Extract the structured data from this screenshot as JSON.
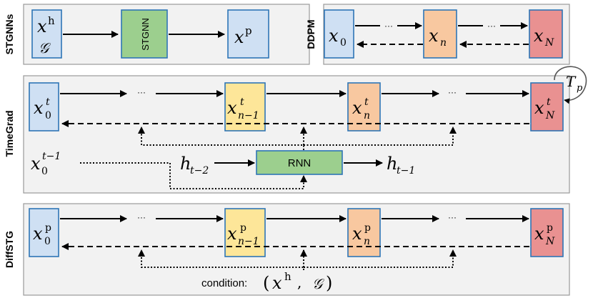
{
  "rows": {
    "stgnns": {
      "label": "STGNNs",
      "input_var": "x",
      "input_sup": "h",
      "graph": "𝒢",
      "model": "STGNN",
      "output_var": "x",
      "output_sup": "p"
    },
    "ddpm": {
      "label": "DDPM",
      "x0": "x",
      "x0_sub": "0",
      "xn": "x",
      "xn_sub": "n",
      "xN": "x",
      "xN_sub": "N",
      "ellipsis": "···"
    },
    "timegrad": {
      "label": "TimeGrad",
      "n0": {
        "var": "x",
        "sub": "0",
        "sup": "t"
      },
      "n1": {
        "var": "x",
        "sub": "n−1",
        "sup": "t"
      },
      "n2": {
        "var": "x",
        "sub": "n",
        "sup": "t"
      },
      "n3": {
        "var": "x",
        "sub": "N",
        "sup": "t"
      },
      "ellipsis": "···",
      "prev_var": "x",
      "prev_sub": "0",
      "prev_sup": "t−1",
      "hidden_in": "h",
      "hidden_in_sub": "t−2",
      "rnn": "RNN",
      "hidden_out": "h",
      "hidden_out_sub": "t−1",
      "tp": "T",
      "tp_sub": "p"
    },
    "diffstg": {
      "label": "DiffSTG",
      "n0": {
        "var": "x",
        "sub": "0",
        "sup": "p"
      },
      "n1": {
        "var": "x",
        "sub": "n−1",
        "sup": "p"
      },
      "n2": {
        "var": "x",
        "sub": "n",
        "sup": "p"
      },
      "n3": {
        "var": "x",
        "sub": "N",
        "sup": "p"
      },
      "ellipsis": "···",
      "condition_label": "condition:",
      "condition_open": "(",
      "condition_var": "x",
      "condition_sup": "h",
      "condition_sep": ",",
      "condition_graph": "𝒢",
      "condition_close": ")"
    }
  },
  "colors": {
    "blue": "#cfe0f3",
    "green": "#9ccf8e",
    "yellow": "#fde699",
    "orange": "#f8c8a0",
    "red": "#e99191",
    "border": "#2e75b6",
    "panel": "#f2f2f2"
  }
}
